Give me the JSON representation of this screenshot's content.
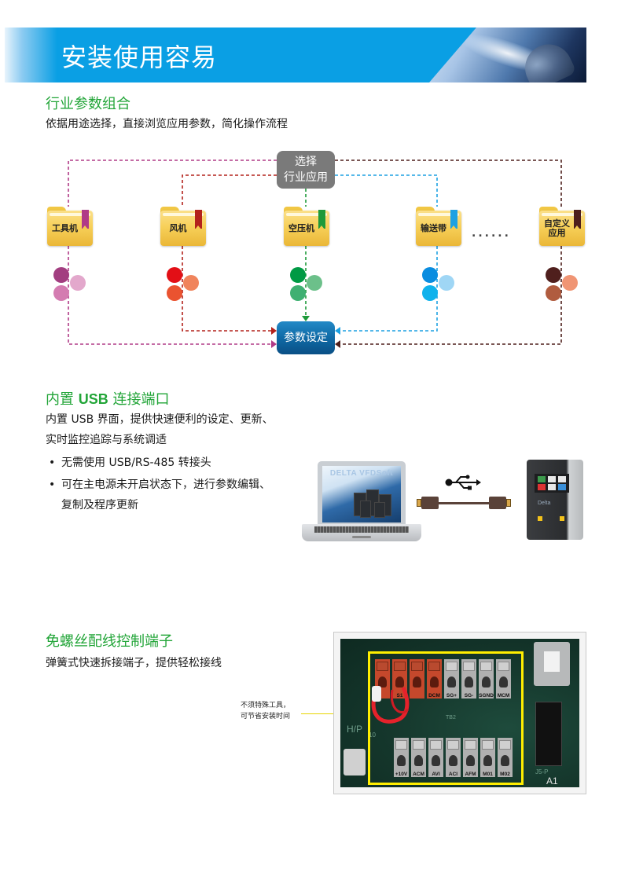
{
  "banner": {
    "title": "安装使用容易",
    "accent_color": "#0a9fe4"
  },
  "section1": {
    "title": "行业参数组合",
    "description": "依据用途选择，直接浏览应用参数，简化操作流程",
    "diagram": {
      "select_node": [
        "选择",
        "行业应用"
      ],
      "param_node": "参数设定",
      "ellipsis": "......",
      "industries": [
        {
          "label": "工具机",
          "color": "#b03b87",
          "dots": [
            "#a23e80",
            "#e3a8cc",
            "#d47cb1"
          ]
        },
        {
          "label": "风机",
          "color": "#b3221c",
          "dots": [
            "#e30f16",
            "#f0845c",
            "#ea5330"
          ]
        },
        {
          "label": "空压机",
          "color": "#1e9a3a",
          "dots": [
            "#009a44",
            "#6cc08a",
            "#3fb072"
          ]
        },
        {
          "label": "输送带",
          "color": "#1da1e2",
          "dots": [
            "#0a8de0",
            "#9fd6f5",
            "#10b2ec"
          ]
        },
        {
          "label": "自定义\n应用",
          "color": "#4e1f1c",
          "dots": [
            "#4f1f1d",
            "#f09574",
            "#b05c3f"
          ]
        }
      ]
    }
  },
  "section2": {
    "title_pre": "内置 ",
    "title_bold": "USB",
    "title_post": " 连接端口",
    "description": [
      "内置 USB 界面，提供快速便利的设定、更新、",
      "实时监控追踪与系统调适"
    ],
    "bullets": [
      [
        "无需使用 USB/RS-485 转接头"
      ],
      [
        "可在主电源未开启状态下，进行参数编辑、",
        "复制及程序更新"
      ]
    ],
    "illustration": {
      "software_name": "DELTA VFDSoft",
      "usb_icon": "usb-icon",
      "drive_brand": "Delta"
    }
  },
  "section3": {
    "title": "免螺丝配线控制端子",
    "description": "弹簧式快速拆接端子，提供轻松接线",
    "annotation": [
      "不须特殊工具，",
      "可节省安装时间"
    ],
    "highlight_color": "#ffee00",
    "terminals_top": [
      "",
      "S1",
      "",
      "DCM",
      "SG+",
      "SG-",
      "SGND",
      "MCM"
    ],
    "terminals_bottom": [
      "+10V",
      "ACM",
      "AVI",
      "ACI",
      "AFM",
      "M01",
      "M02"
    ],
    "pcb_labels": [
      "H/P",
      "10",
      "TB2",
      "J5-P",
      "A1"
    ]
  }
}
